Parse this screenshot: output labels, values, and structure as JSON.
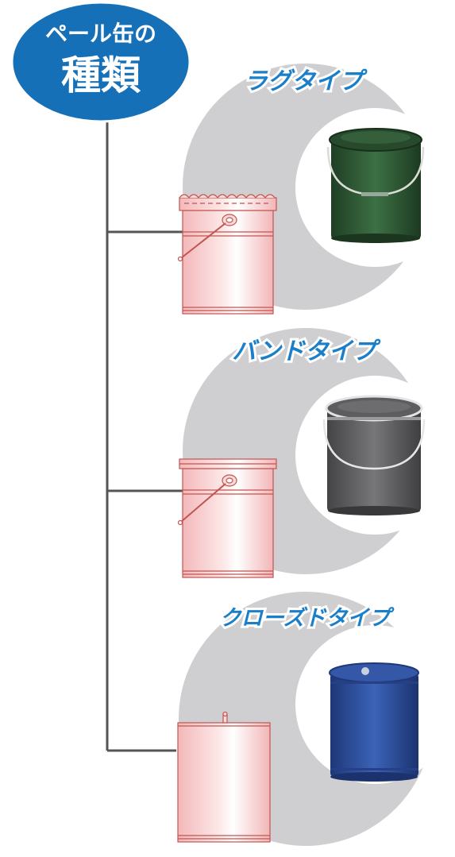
{
  "header": {
    "line1": "ペール缶の",
    "line2": "種類",
    "badge_color": "#1670b8"
  },
  "colors": {
    "trunk": "#555555",
    "circle": "#cfcfd2",
    "title_fill": "#1a7fc8",
    "pail_fill": "#f7cfd0",
    "pail_stroke": "#c0554f"
  },
  "sections": [
    {
      "title": "ラグタイプ",
      "photo_icon": "green-lug-pail-photo",
      "drawing_icon": "lug-pail-drawing",
      "photo_color": "#2f5d33"
    },
    {
      "title": "バンドタイプ",
      "photo_icon": "gray-band-pail-photo",
      "drawing_icon": "band-pail-drawing",
      "photo_color": "#5f5f62"
    },
    {
      "title": "クローズドタイプ",
      "photo_icon": "blue-closed-pail-photo",
      "drawing_icon": "closed-pail-drawing",
      "photo_color": "#2c4d9a"
    }
  ]
}
